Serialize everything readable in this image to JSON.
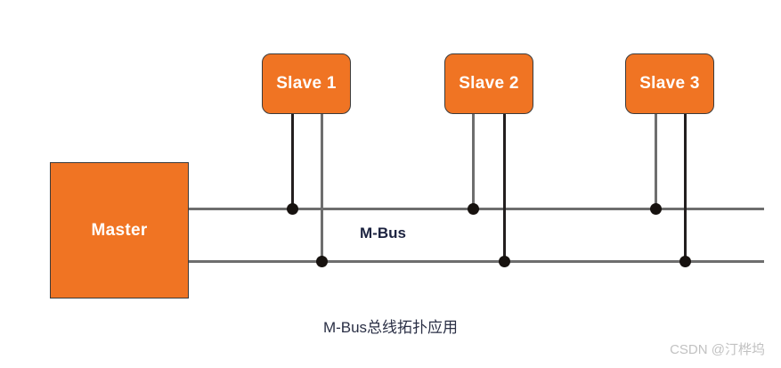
{
  "diagram": {
    "caption": "M-Bus总线拓扑应用",
    "bus_label": "M-Bus",
    "watermark": "CSDN @汀桦坞",
    "colors": {
      "node_fill": "#F07423",
      "node_border": "#3b3b3b",
      "node_text": "#ffffff",
      "bus_line": "#6e6e6e",
      "drop_line_dark": "#231f1f",
      "junction_dot": "#17120f",
      "bus_label_text": "#1c2340",
      "caption_text": "#2a2f45",
      "watermark_text": "#c2c2c2",
      "background": "#ffffff"
    },
    "master": {
      "label": "Master"
    },
    "slaves": [
      {
        "label": "Slave 1"
      },
      {
        "label": "Slave 2"
      },
      {
        "label": "Slave 3"
      }
    ],
    "bus_lines": [
      {
        "name": "upper"
      },
      {
        "name": "lower"
      }
    ]
  }
}
